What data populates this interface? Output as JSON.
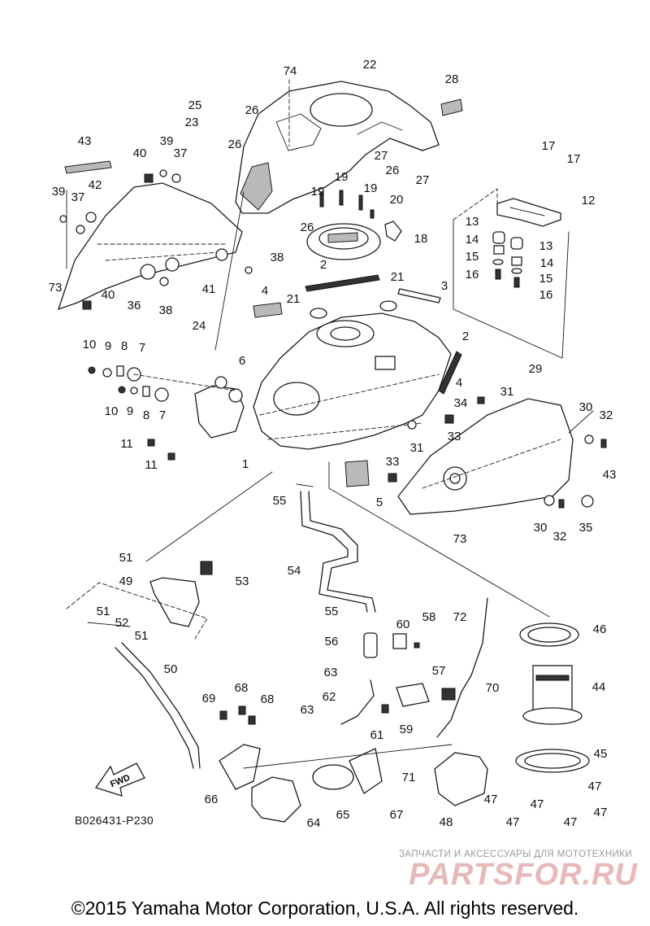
{
  "diagram": {
    "callouts": [
      {
        "id": "c1",
        "label": "1"
      },
      {
        "id": "c2a",
        "label": "2"
      },
      {
        "id": "c2b",
        "label": "2"
      },
      {
        "id": "c3",
        "label": "3"
      },
      {
        "id": "c4a",
        "label": "4"
      },
      {
        "id": "c4b",
        "label": "4"
      },
      {
        "id": "c5",
        "label": "5"
      },
      {
        "id": "c6",
        "label": "6"
      },
      {
        "id": "c7a",
        "label": "7"
      },
      {
        "id": "c7b",
        "label": "7"
      },
      {
        "id": "c8a",
        "label": "8"
      },
      {
        "id": "c8b",
        "label": "8"
      },
      {
        "id": "c9a",
        "label": "9"
      },
      {
        "id": "c9b",
        "label": "9"
      },
      {
        "id": "c10a",
        "label": "10"
      },
      {
        "id": "c10b",
        "label": "10"
      },
      {
        "id": "c11a",
        "label": "11"
      },
      {
        "id": "c11b",
        "label": "11"
      },
      {
        "id": "c12",
        "label": "12"
      },
      {
        "id": "c13a",
        "label": "13"
      },
      {
        "id": "c13b",
        "label": "13"
      },
      {
        "id": "c14a",
        "label": "14"
      },
      {
        "id": "c14b",
        "label": "14"
      },
      {
        "id": "c15a",
        "label": "15"
      },
      {
        "id": "c15b",
        "label": "15"
      },
      {
        "id": "c16a",
        "label": "16"
      },
      {
        "id": "c16b",
        "label": "16"
      },
      {
        "id": "c17a",
        "label": "17"
      },
      {
        "id": "c17b",
        "label": "17"
      },
      {
        "id": "c18",
        "label": "18"
      },
      {
        "id": "c19a",
        "label": "19"
      },
      {
        "id": "c19b",
        "label": "19"
      },
      {
        "id": "c19c",
        "label": "19"
      },
      {
        "id": "c20",
        "label": "20"
      },
      {
        "id": "c21a",
        "label": "21"
      },
      {
        "id": "c21b",
        "label": "21"
      },
      {
        "id": "c22",
        "label": "22"
      },
      {
        "id": "c23",
        "label": "23"
      },
      {
        "id": "c24",
        "label": "24"
      },
      {
        "id": "c25",
        "label": "25"
      },
      {
        "id": "c26a",
        "label": "26"
      },
      {
        "id": "c26b",
        "label": "26"
      },
      {
        "id": "c26c",
        "label": "26"
      },
      {
        "id": "c26d",
        "label": "26"
      },
      {
        "id": "c27a",
        "label": "27"
      },
      {
        "id": "c27b",
        "label": "27"
      },
      {
        "id": "c28",
        "label": "28"
      },
      {
        "id": "c29",
        "label": "29"
      },
      {
        "id": "c30a",
        "label": "30"
      },
      {
        "id": "c30b",
        "label": "30"
      },
      {
        "id": "c31a",
        "label": "31"
      },
      {
        "id": "c31b",
        "label": "31"
      },
      {
        "id": "c32a",
        "label": "32"
      },
      {
        "id": "c32b",
        "label": "32"
      },
      {
        "id": "c33a",
        "label": "33"
      },
      {
        "id": "c33b",
        "label": "33"
      },
      {
        "id": "c34",
        "label": "34"
      },
      {
        "id": "c35",
        "label": "35"
      },
      {
        "id": "c36",
        "label": "36"
      },
      {
        "id": "c37a",
        "label": "37"
      },
      {
        "id": "c37b",
        "label": "37"
      },
      {
        "id": "c38a",
        "label": "38"
      },
      {
        "id": "c38b",
        "label": "38"
      },
      {
        "id": "c39a",
        "label": "39"
      },
      {
        "id": "c39b",
        "label": "39"
      },
      {
        "id": "c40a",
        "label": "40"
      },
      {
        "id": "c40b",
        "label": "40"
      },
      {
        "id": "c41",
        "label": "41"
      },
      {
        "id": "c42",
        "label": "42"
      },
      {
        "id": "c43a",
        "label": "43"
      },
      {
        "id": "c43b",
        "label": "43"
      },
      {
        "id": "c44",
        "label": "44"
      },
      {
        "id": "c45",
        "label": "45"
      },
      {
        "id": "c46",
        "label": "46"
      },
      {
        "id": "c47a",
        "label": "47"
      },
      {
        "id": "c47b",
        "label": "47"
      },
      {
        "id": "c47c",
        "label": "47"
      },
      {
        "id": "c47d",
        "label": "47"
      },
      {
        "id": "c47e",
        "label": "47"
      },
      {
        "id": "c47f",
        "label": "47"
      },
      {
        "id": "c48",
        "label": "48"
      },
      {
        "id": "c49",
        "label": "49"
      },
      {
        "id": "c50",
        "label": "50"
      },
      {
        "id": "c51a",
        "label": "51"
      },
      {
        "id": "c51b",
        "label": "51"
      },
      {
        "id": "c51c",
        "label": "51"
      },
      {
        "id": "c52",
        "label": "52"
      },
      {
        "id": "c53",
        "label": "53"
      },
      {
        "id": "c54",
        "label": "54"
      },
      {
        "id": "c55a",
        "label": "55"
      },
      {
        "id": "c55b",
        "label": "55"
      },
      {
        "id": "c56",
        "label": "56"
      },
      {
        "id": "c57",
        "label": "57"
      },
      {
        "id": "c58",
        "label": "58"
      },
      {
        "id": "c59",
        "label": "59"
      },
      {
        "id": "c60",
        "label": "60"
      },
      {
        "id": "c61",
        "label": "61"
      },
      {
        "id": "c62",
        "label": "62"
      },
      {
        "id": "c63a",
        "label": "63"
      },
      {
        "id": "c63b",
        "label": "63"
      },
      {
        "id": "c64",
        "label": "64"
      },
      {
        "id": "c65",
        "label": "65"
      },
      {
        "id": "c66",
        "label": "66"
      },
      {
        "id": "c67",
        "label": "67"
      },
      {
        "id": "c68a",
        "label": "68"
      },
      {
        "id": "c68b",
        "label": "68"
      },
      {
        "id": "c69",
        "label": "69"
      },
      {
        "id": "c70",
        "label": "70"
      },
      {
        "id": "c71",
        "label": "71"
      },
      {
        "id": "c72",
        "label": "72"
      },
      {
        "id": "c73a",
        "label": "73"
      },
      {
        "id": "c73b",
        "label": "73"
      },
      {
        "id": "c74",
        "label": "74"
      }
    ],
    "fwd_label": "FWD",
    "diagram_code": "B026431-P230"
  },
  "watermark": {
    "tagline": "ЗАПЧАСТИ И АКСЕССУАРЫ ДЛЯ МОТОТЕХНИКИ",
    "logo_text": "PARTSFOR.RU",
    "color": "#e7b9b9"
  },
  "footer": {
    "copyright": "©2015 Yamaha Motor Corporation, U.S.A. All rights reserved."
  }
}
